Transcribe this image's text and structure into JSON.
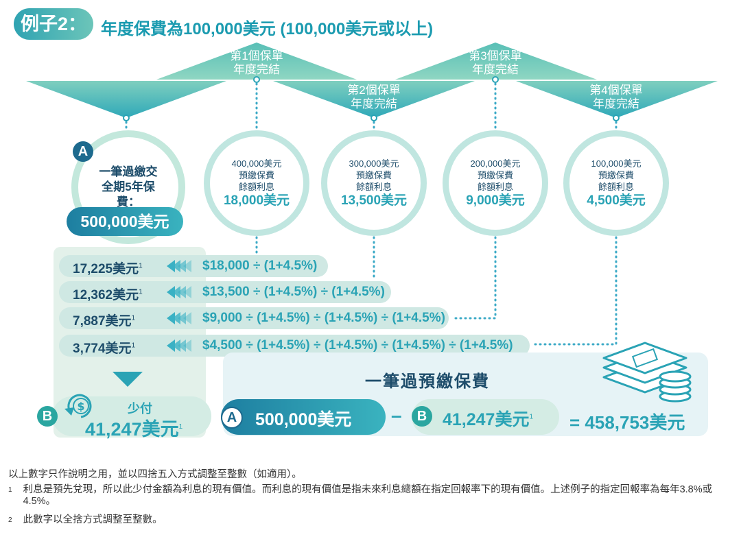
{
  "header": {
    "example_label": "例子2：",
    "title": "年度保費為100,000美元 (100,000美元或以上)"
  },
  "policy_ends": [
    {
      "line1": "第1個保單",
      "line2": "年度完結"
    },
    {
      "line1": "第2個保單",
      "line2": "年度完結"
    },
    {
      "line1": "第3個保單",
      "line2": "年度完結"
    },
    {
      "line1": "第4個保單",
      "line2": "年度完結"
    }
  ],
  "lump_sum": {
    "badge": "A",
    "line1": "一筆過繳交",
    "line2": "全期5年保費：",
    "amount": "500,000美元"
  },
  "circles": [
    {
      "line1": "400,000美元",
      "line2": "預繳保費",
      "line3": "餘額利息",
      "amount": "18,000美元"
    },
    {
      "line1": "300,000美元",
      "line2": "預繳保費",
      "line3": "餘額利息",
      "amount": "13,500美元"
    },
    {
      "line1": "200,000美元",
      "line2": "預繳保費",
      "line3": "餘額利息",
      "amount": "9,000美元"
    },
    {
      "line1": "100,000美元",
      "line2": "預繳保費",
      "line3": "餘額利息",
      "amount": "4,500美元"
    }
  ],
  "rows": [
    {
      "value": "17,225美元",
      "note": "1",
      "formula": "$18,000 ÷ (1+4.5%)"
    },
    {
      "value": "12,362美元",
      "note": "1",
      "formula": "$13,500 ÷ (1+4.5%) ÷ (1+4.5%)"
    },
    {
      "value": "7,887美元",
      "note": "1",
      "formula": "$9,000 ÷ (1+4.5%) ÷ (1+4.5%) ÷ (1+4.5%)"
    },
    {
      "value": "3,774美元",
      "note": "1",
      "formula": "$4,500 ÷ (1+4.5%) ÷ (1+4.5%) ÷ (1+4.5%) ÷ (1+4.5%)"
    }
  ],
  "pay_less": {
    "badge": "B",
    "label": "少付",
    "amount": "41,247美元",
    "note": "1"
  },
  "equation": {
    "title": "一筆過預繳保費",
    "a_badge": "A",
    "a_amount": "500,000美元",
    "minus": "–",
    "b_badge": "B",
    "b_amount": "41,247美元",
    "b_note": "1",
    "result": "= 458,753美元"
  },
  "footer": {
    "disclaimer": "以上數字只作說明之用，並以四捨五入方式調整至整數（如適用）。",
    "notes": [
      {
        "mark": "1",
        "text": "利息是預先兌現，所以此少付金額為利息的現有價值。而利息的現有價值是指未來利息總額在指定回報率下的現有價值。上述例子的指定回報率為每年3.8%或4.5%。"
      },
      {
        "mark": "2",
        "text": "此數字以全捨方式調整至整數。"
      }
    ]
  },
  "colors": {
    "teal": "#2aa3b5",
    "dark": "#1d4c6a",
    "light_green": "#c0e6e0"
  },
  "icons": [
    "dollar-cycle-icon",
    "money-stack-icon",
    "coin-stack-icon",
    "triple-arrow-icon"
  ]
}
